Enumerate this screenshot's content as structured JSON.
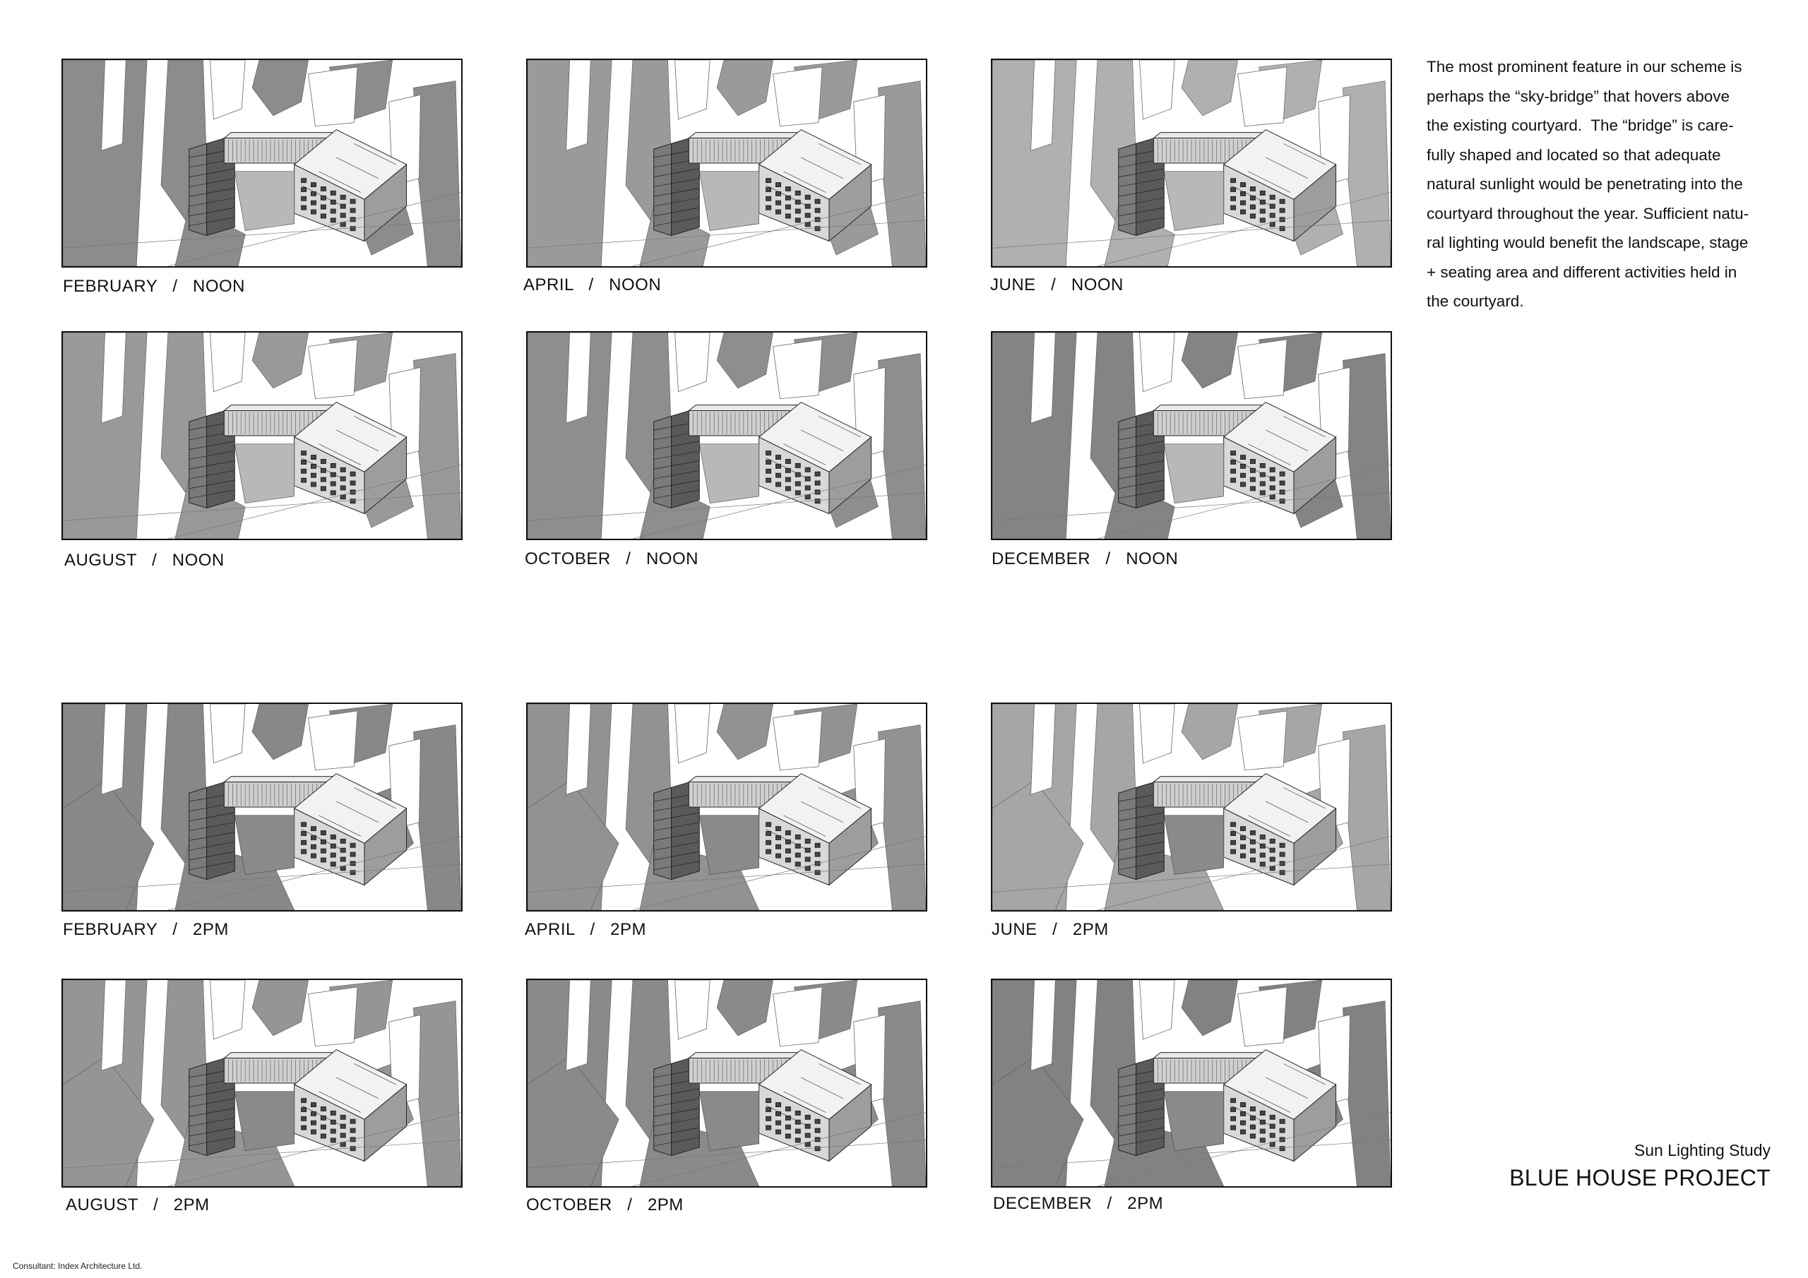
{
  "description": [
    "The most prominent feature in our scheme is",
    "perhaps the “sky-bridge” that hovers above",
    "the existing courtyard.  The “bridge” is care-",
    "fully shaped and located so that adequate",
    "natural sunlight would be penetrating into the",
    "courtyard throughout the year. Sufficient natu-",
    "ral lighting would benefit the landscape, stage",
    "+ seating area and different activities held in",
    "the courtyard."
  ],
  "panels": [
    {
      "month": "FEBRUARY",
      "time": "NOON",
      "shade": "#8c8c8c"
    },
    {
      "month": "APRIL",
      "time": "NOON",
      "shade": "#9a9a9a"
    },
    {
      "month": "JUNE",
      "time": "NOON",
      "shade": "#b0b0b0"
    },
    {
      "month": "AUGUST",
      "time": "NOON",
      "shade": "#999999"
    },
    {
      "month": "OCTOBER",
      "time": "NOON",
      "shade": "#8e8e8e"
    },
    {
      "month": "DECEMBER",
      "time": "NOON",
      "shade": "#848484"
    },
    {
      "month": "FEBRUARY",
      "time": "2PM",
      "shade": "#888888"
    },
    {
      "month": "APRIL",
      "time": "2PM",
      "shade": "#929292"
    },
    {
      "month": "JUNE",
      "time": "2PM",
      "shade": "#a6a6a6"
    },
    {
      "month": "AUGUST",
      "time": "2PM",
      "shade": "#959595"
    },
    {
      "month": "OCTOBER",
      "time": "2PM",
      "shade": "#8a8a8a"
    },
    {
      "month": "DECEMBER",
      "time": "2PM",
      "shade": "#828282"
    }
  ],
  "titleblock": {
    "subtitle": "Sun Lighting Study",
    "title": "BLUE HOUSE PROJECT"
  },
  "footer": {
    "consultant": "Consultant: Index Architecture Ltd."
  }
}
